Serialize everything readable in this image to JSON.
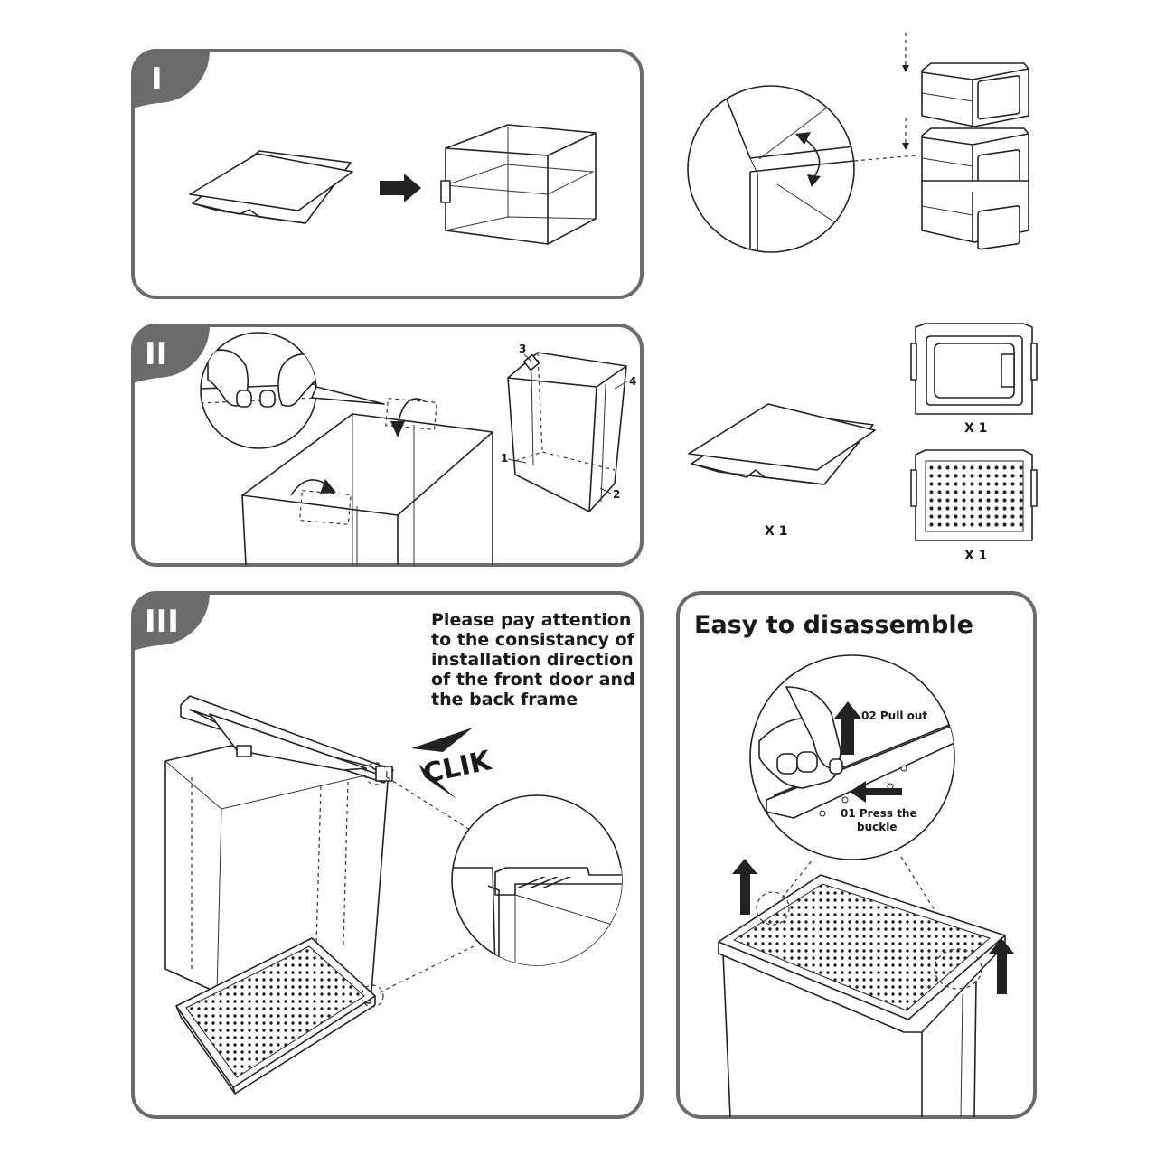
{
  "steps": [
    {
      "numeral": "I"
    },
    {
      "numeral": "II"
    },
    {
      "numeral": "III"
    }
  ],
  "step2": {
    "corner_labels": [
      "3",
      "4",
      "1",
      "2"
    ],
    "parts": [
      {
        "name": "panel",
        "quantity": "X 1"
      },
      {
        "name": "front-door",
        "quantity": "X 1"
      },
      {
        "name": "back-frame",
        "quantity": "X 1"
      }
    ]
  },
  "step3": {
    "note_lines": [
      "Please pay attention",
      "to the consistancy of",
      "installation direction",
      "of the front door and",
      "the back frame"
    ],
    "click_text": "CLIK"
  },
  "disassemble": {
    "title": "Easy to disassemble",
    "pull_label": "02 Pull out",
    "press_label_line1": "01 Press the",
    "press_label_line2": "buckle"
  },
  "colors": {
    "frame": "#6b6b6b",
    "ink": "#222222",
    "background": "#ffffff"
  }
}
